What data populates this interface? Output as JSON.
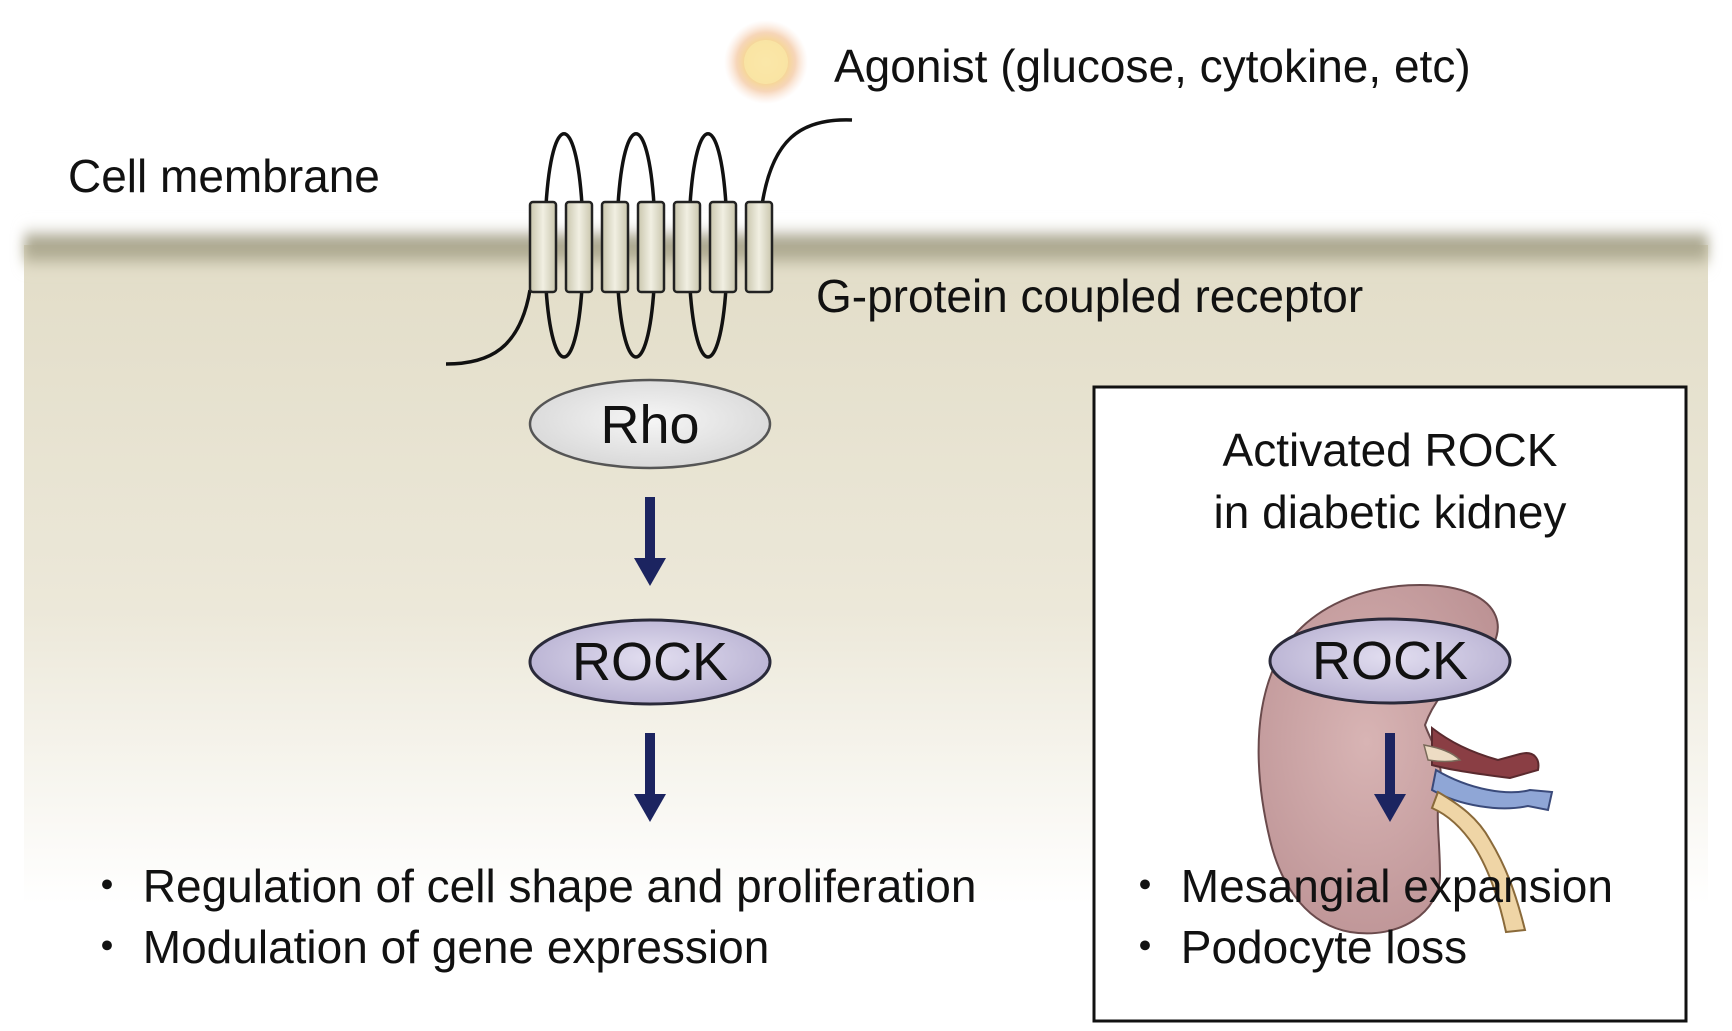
{
  "agonist": {
    "label": "Agonist (glucose, cytokine, etc)"
  },
  "cell_membrane_label": "Cell membrane",
  "receptor_label": "G-protein coupled receptor",
  "pathway": {
    "rho_label": "Rho",
    "rock_label": "ROCK",
    "effects": [
      "・ Regulation of cell shape and proliferation",
      "・ Modulation of gene expression"
    ]
  },
  "kidney_box": {
    "title_line1": "Activated ROCK",
    "title_line2": "in diabetic kidney",
    "rock_label": "ROCK",
    "effects": [
      "・ Mesangial expansion",
      "・ Podocyte loss"
    ]
  },
  "colors": {
    "arrow": "#1c2460",
    "rock_fill": "#c9c3dd",
    "rho_fill": "#e3e3e3",
    "membrane": "#b8b49c",
    "cytoplasm": "#e2ddc8",
    "kidney": "#c9a0a2"
  }
}
